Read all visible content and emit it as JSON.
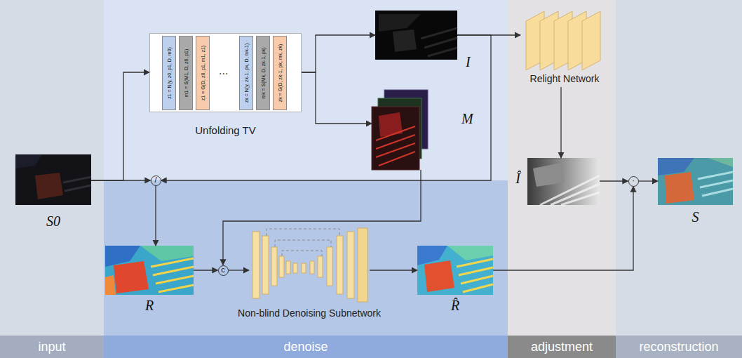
{
  "diagram": {
    "nodes": [
      {
        "text": [
          "input"
        ]
      },
      {
        "text": [
          "denoise"
        ]
      },
      {
        "text": [
          "adjustment"
        ]
      },
      {
        "text": [
          "reconstruction"
        ]
      },
      {
        "text": [
          "S0"
        ],
        "in": 0
      },
      {
        "text": [
          "Unfolding TV"
        ],
        "in": 1
      },
      {
        "text": [
          "z1 = N(y, z0, p1, D, m0)"
        ],
        "in": 5
      },
      {
        "text": [
          "m1 = S(M1, D, z0, p1)"
        ],
        "in": 5
      },
      {
        "text": [
          "z1 = G(D, z0, p1, m1, z1)"
        ],
        "in": 5
      },
      {
        "text": [
          "zk = N(y, zk-1, pk, D, mk-1)"
        ],
        "in": 5
      },
      {
        "text": [
          "mk = S(Mk, D, zk-1, pk)"
        ],
        "in": 5
      },
      {
        "text": [
          "zk = G(D, zk-1, pk, mk, zk)"
        ],
        "in": 5
      },
      {
        "text": [
          "I"
        ],
        "in": 1
      },
      {
        "text": [
          "M"
        ],
        "in": 1
      },
      {
        "text": [
          "/"
        ],
        "in": 1
      },
      {
        "text": [
          "R"
        ],
        "in": 1
      },
      {
        "text": [
          "c"
        ],
        "in": 1
      },
      {
        "text": [
          "Non-blind Denoising Subnetwork"
        ],
        "in": 1
      },
      {
        "text": [
          "R̂"
        ],
        "in": 1
      },
      {
        "text": [
          "Relight Network"
        ],
        "in": 2
      },
      {
        "text": [
          "Î"
        ],
        "in": 2
      },
      {
        "text": [
          "·"
        ],
        "in": 3
      },
      {
        "text": [
          "S"
        ],
        "in": 3
      }
    ],
    "edges": [
      {
        "from": 4,
        "to": 5,
        "arrow": "to"
      },
      {
        "from": 4,
        "to": 14,
        "arrow": "to"
      },
      {
        "from": 5,
        "to": 12,
        "arrow": "to"
      },
      {
        "from": 5,
        "to": 13,
        "arrow": "to"
      },
      {
        "from": 12,
        "to": 19,
        "arrow": "to"
      },
      {
        "from": 12,
        "to": 14,
        "arrow": "to"
      },
      {
        "from": 14,
        "to": 15,
        "arrow": "to"
      },
      {
        "from": 13,
        "to": 16,
        "arrow": "to"
      },
      {
        "from": 15,
        "to": 16,
        "arrow": "to"
      },
      {
        "from": 16,
        "to": 17,
        "arrow": "to"
      },
      {
        "from": 17,
        "to": 18,
        "arrow": "to"
      },
      {
        "from": 19,
        "to": 20,
        "arrow": "to"
      },
      {
        "from": 20,
        "to": 21,
        "arrow": "to"
      },
      {
        "from": 18,
        "to": 21,
        "arrow": "to"
      },
      {
        "from": 21,
        "to": 22,
        "arrow": "to"
      }
    ],
    "labels": [
      "..."
    ]
  }
}
